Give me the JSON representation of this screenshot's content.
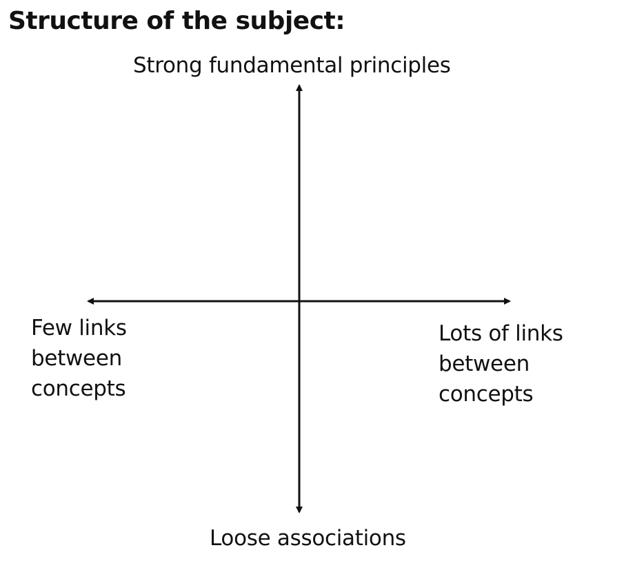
{
  "diagram": {
    "title": "Structure of the subject:",
    "axes": {
      "top": "Strong fundamental principles",
      "bottom": "Loose associations",
      "left": [
        "Few links",
        "between",
        "concepts"
      ],
      "right": [
        "Lots of links",
        "between",
        "concepts"
      ]
    },
    "colors": {
      "axis": "#111111",
      "text": "#111111"
    }
  }
}
